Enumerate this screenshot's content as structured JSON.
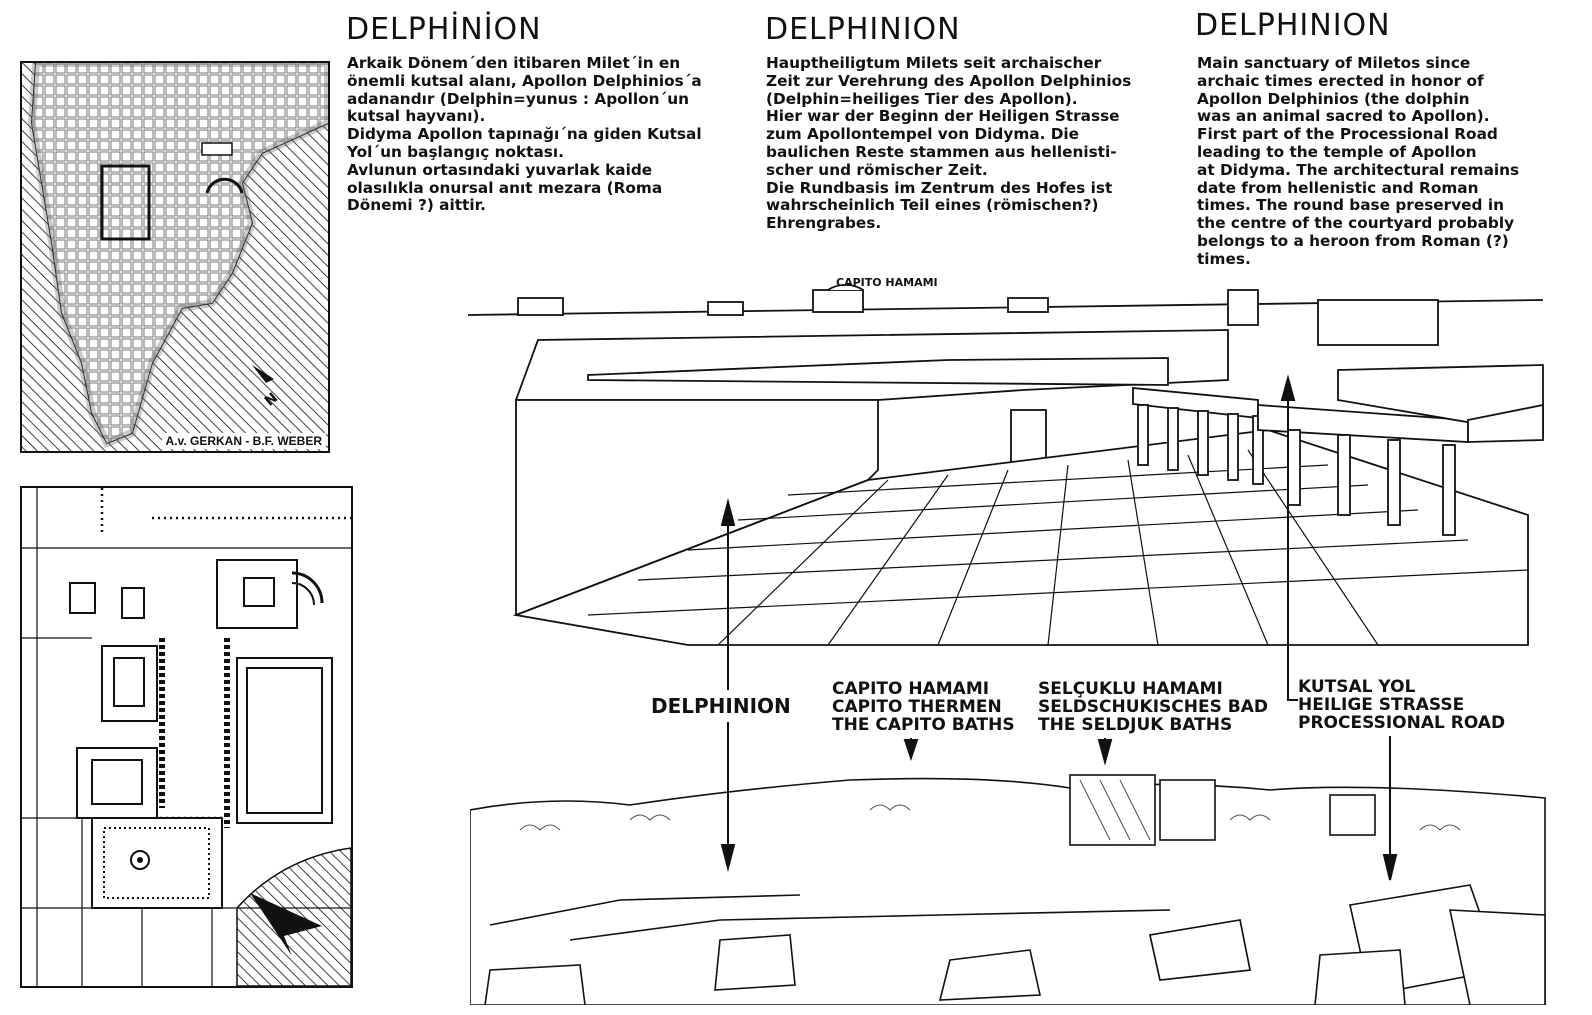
{
  "columns": [
    {
      "title": "DELPHİNİON",
      "text": "Arkaik Dönem´den itibaren Milet´in  en\nönemli kutsal alanı, Apollon Delphinios´a\nadanandır (Delphin=yunus : Apollon´un\nkutsal hayvanı).\nDidyma Apollon tapınağı´na giden Kutsal\nYol´un başlangıç noktası.\nAvlunun ortasındaki yuvarlak kaide\nolasılıkla onursal anıt mezara (Roma\nDönemi ?) aittir."
    },
    {
      "title": "DELPHINION",
      "text": "Hauptheiligtum Milets seit archaischer\nZeit zur Verehrung des Apollon Delphinios\n(Delphin=heiliges Tier des Apollon).\nHier war der Beginn der Heiligen Strasse\nzum Apollontempel von Didyma. Die\nbaulichen Reste stammen aus hellenisti-\nscher und römischer Zeit.\nDie Rundbasis im Zentrum des Hofes ist\nwahrscheinlich Teil eines (römischen?)\nEhrengrabes."
    },
    {
      "title": "DELPHINION",
      "text": "Main sanctuary of Miletos since\narchaic times erected in honor of\nApollon Delphinios (the dolphin\nwas an animal sacred to Apollon).\nFirst part of the Processional Road\nleading  to the temple of Apollon\nat Didyma. The architectural remains\ndate from hellenistic and Roman\ntimes. The round base preserved in\nthe centre of the courtyard probably\nbelongs to a heroon from Roman (?)\ntimes."
    }
  ],
  "map": {
    "credit": "A.v. GERKAN - B.F. WEBER",
    "north_icon": "north-arrow-icon"
  },
  "plan": {
    "north_icon": "north-arrow-icon"
  },
  "reconstruction": {
    "top_label": "CAPITO  HAMAMI"
  },
  "photo_labels": {
    "delphinion": "DELPHINION",
    "capito": "CAPITO HAMAMI\nCAPITO THERMEN\nTHE CAPITO BATHS",
    "selcuklu": "SELÇUKLU  HAMAMI\nSELDSCHUKISCHES BAD\nTHE  SELDJUK  BATHS",
    "kutsal": "KUTSAL  YOL\nHEILIGE STRASSE\nPROCESSIONAL ROAD"
  },
  "colors": {
    "ink": "#111111",
    "paper": "#ffffff",
    "sea": "#9a9a9a"
  }
}
